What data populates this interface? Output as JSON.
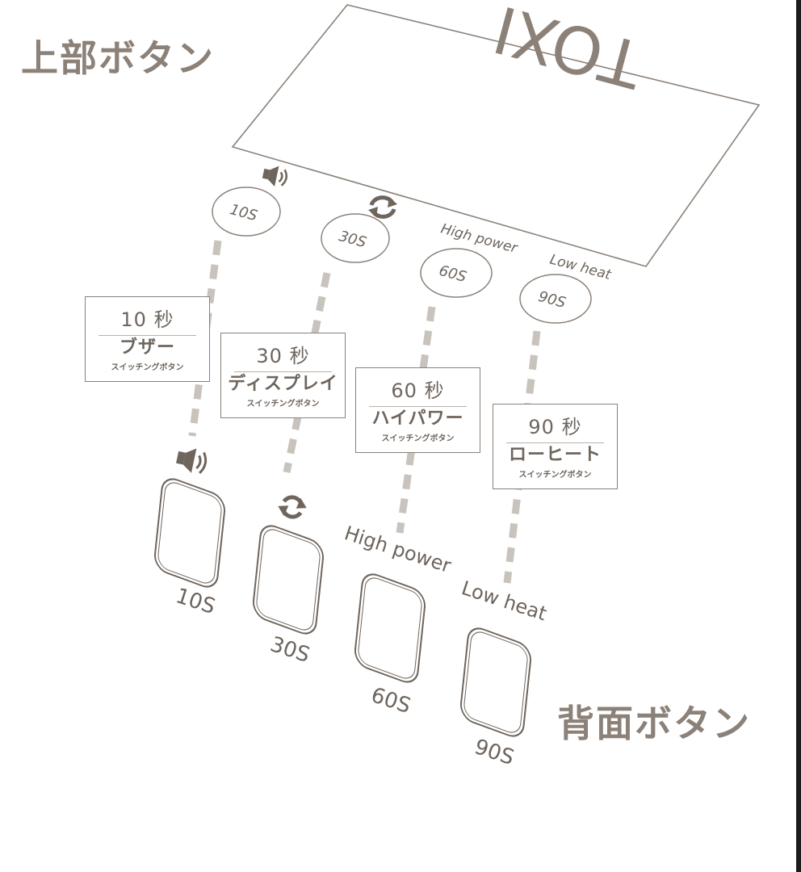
{
  "headings": {
    "top": "上部ボタン",
    "back": "背面ボタン"
  },
  "device_logo": "TOXI",
  "top_buttons": [
    {
      "label": "10S",
      "icon": "speaker-icon"
    },
    {
      "label": "30S",
      "icon": "refresh-icon"
    },
    {
      "label": "60S",
      "caption": "High power"
    },
    {
      "label": "90S",
      "caption": "Low heat"
    }
  ],
  "callouts": [
    {
      "seconds": "10 秒",
      "function": "ブザー",
      "note": "スイッチングボタン"
    },
    {
      "seconds": "30 秒",
      "function": "ディスプレイ",
      "note": "スイッチングボタン"
    },
    {
      "seconds": "60 秒",
      "function": "ハイパワー",
      "note": "スイッチングボタン"
    },
    {
      "seconds": "90 秒",
      "function": "ローヒート",
      "note": "スイッチングボタン"
    }
  ],
  "back_buttons": [
    {
      "label": "10S",
      "icon": "speaker-icon"
    },
    {
      "label": "30S",
      "icon": "refresh-icon"
    },
    {
      "label": "60S",
      "caption": "High power"
    },
    {
      "label": "90S",
      "caption": "Low heat"
    }
  ],
  "colors": {
    "text": "#6e655d",
    "line": "#8b8178",
    "dash": "#c9c3bd"
  }
}
